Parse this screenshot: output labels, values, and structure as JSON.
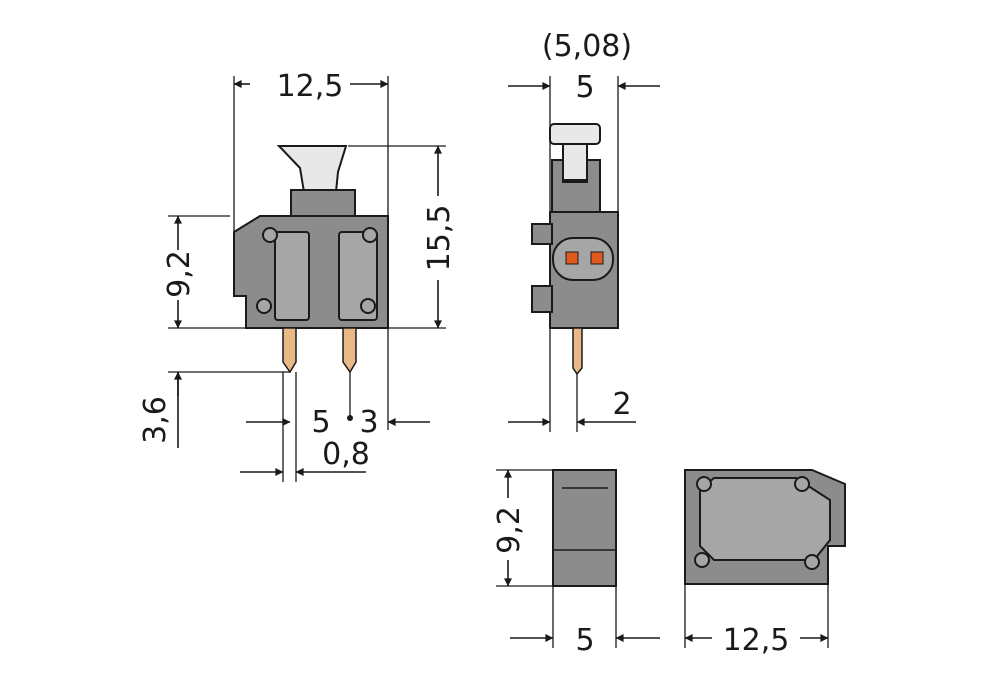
{
  "dimensions": {
    "front_width": "12,5",
    "front_height_total": "15,5",
    "front_height_body": "9,2",
    "pin_length": "3,6",
    "pin_pitch_a": "5",
    "pin_pitch_b": "3",
    "pin_width": "0,8",
    "side_pitch_alt": "(5,08)",
    "side_pitch": "5",
    "side_pin_offset": "2",
    "marker_height": "9,2",
    "marker_width": "5",
    "cover_width": "12,5"
  },
  "colors": {
    "housing": "#8c8c8c",
    "housing_light": "#a6a6a6",
    "lever": "#e8e8e8",
    "pin": "#e8b987",
    "led": "#e05a1e",
    "line": "#1a1a1a"
  }
}
